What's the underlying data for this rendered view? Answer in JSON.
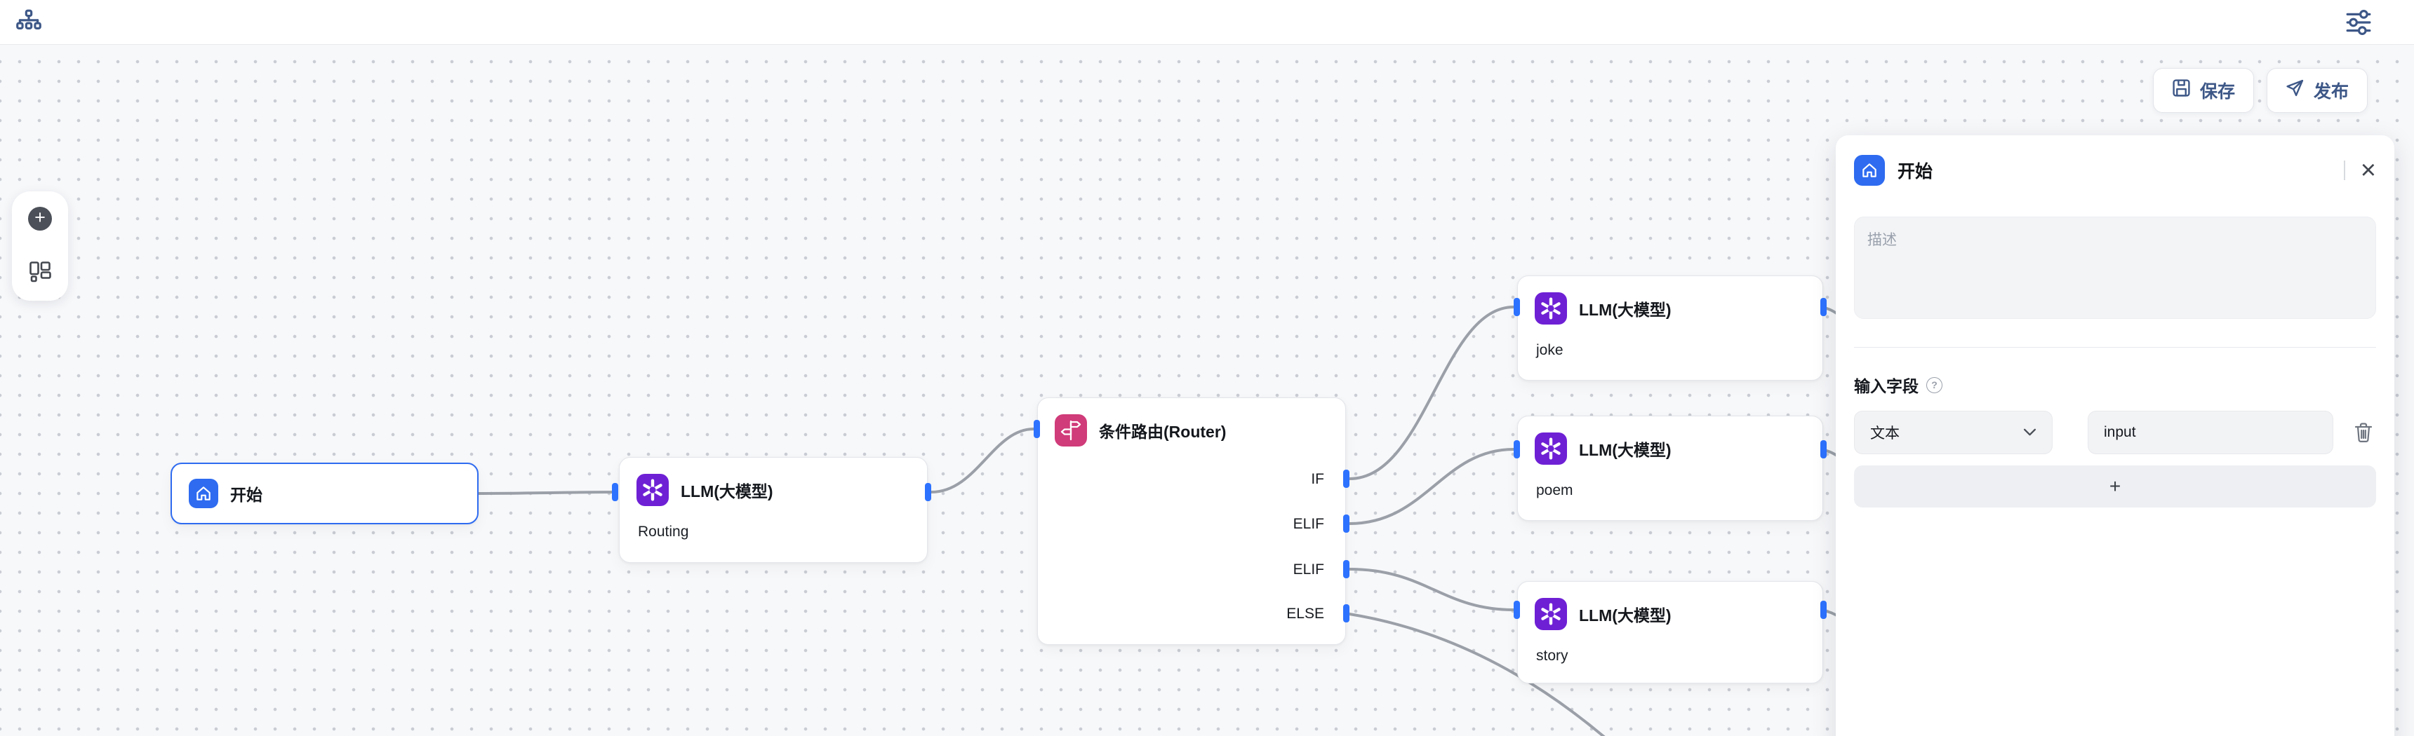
{
  "actions": {
    "save": "保存",
    "publish": "发布"
  },
  "left_toolbar": {
    "add": "+"
  },
  "nodes": {
    "start": {
      "title": "开始"
    },
    "routing": {
      "title": "LLM(大模型)",
      "subtitle": "Routing"
    },
    "router": {
      "title": "条件路由(Router)",
      "branches": [
        "IF",
        "ELIF",
        "ELIF",
        "ELSE"
      ]
    },
    "joke": {
      "title": "LLM(大模型)",
      "subtitle": "joke"
    },
    "poem": {
      "title": "LLM(大模型)",
      "subtitle": "poem"
    },
    "story": {
      "title": "LLM(大模型)",
      "subtitle": "story"
    }
  },
  "panel": {
    "title": "开始",
    "close": "×",
    "description_placeholder": "描述",
    "fields_heading": "输入字段",
    "help": "?",
    "field_type_selected": "文本",
    "field_name_value": "input",
    "add_field": "+"
  },
  "colors": {
    "accent_blue": "#2E6BF0",
    "handle_blue": "#2D72FF",
    "llm_purple": "#6E20D5",
    "router_pink": "#D03B79",
    "navy_icon": "#3D5787",
    "edge_gray": "#9BA0A8",
    "canvas_bg": "#F7F8FA"
  }
}
